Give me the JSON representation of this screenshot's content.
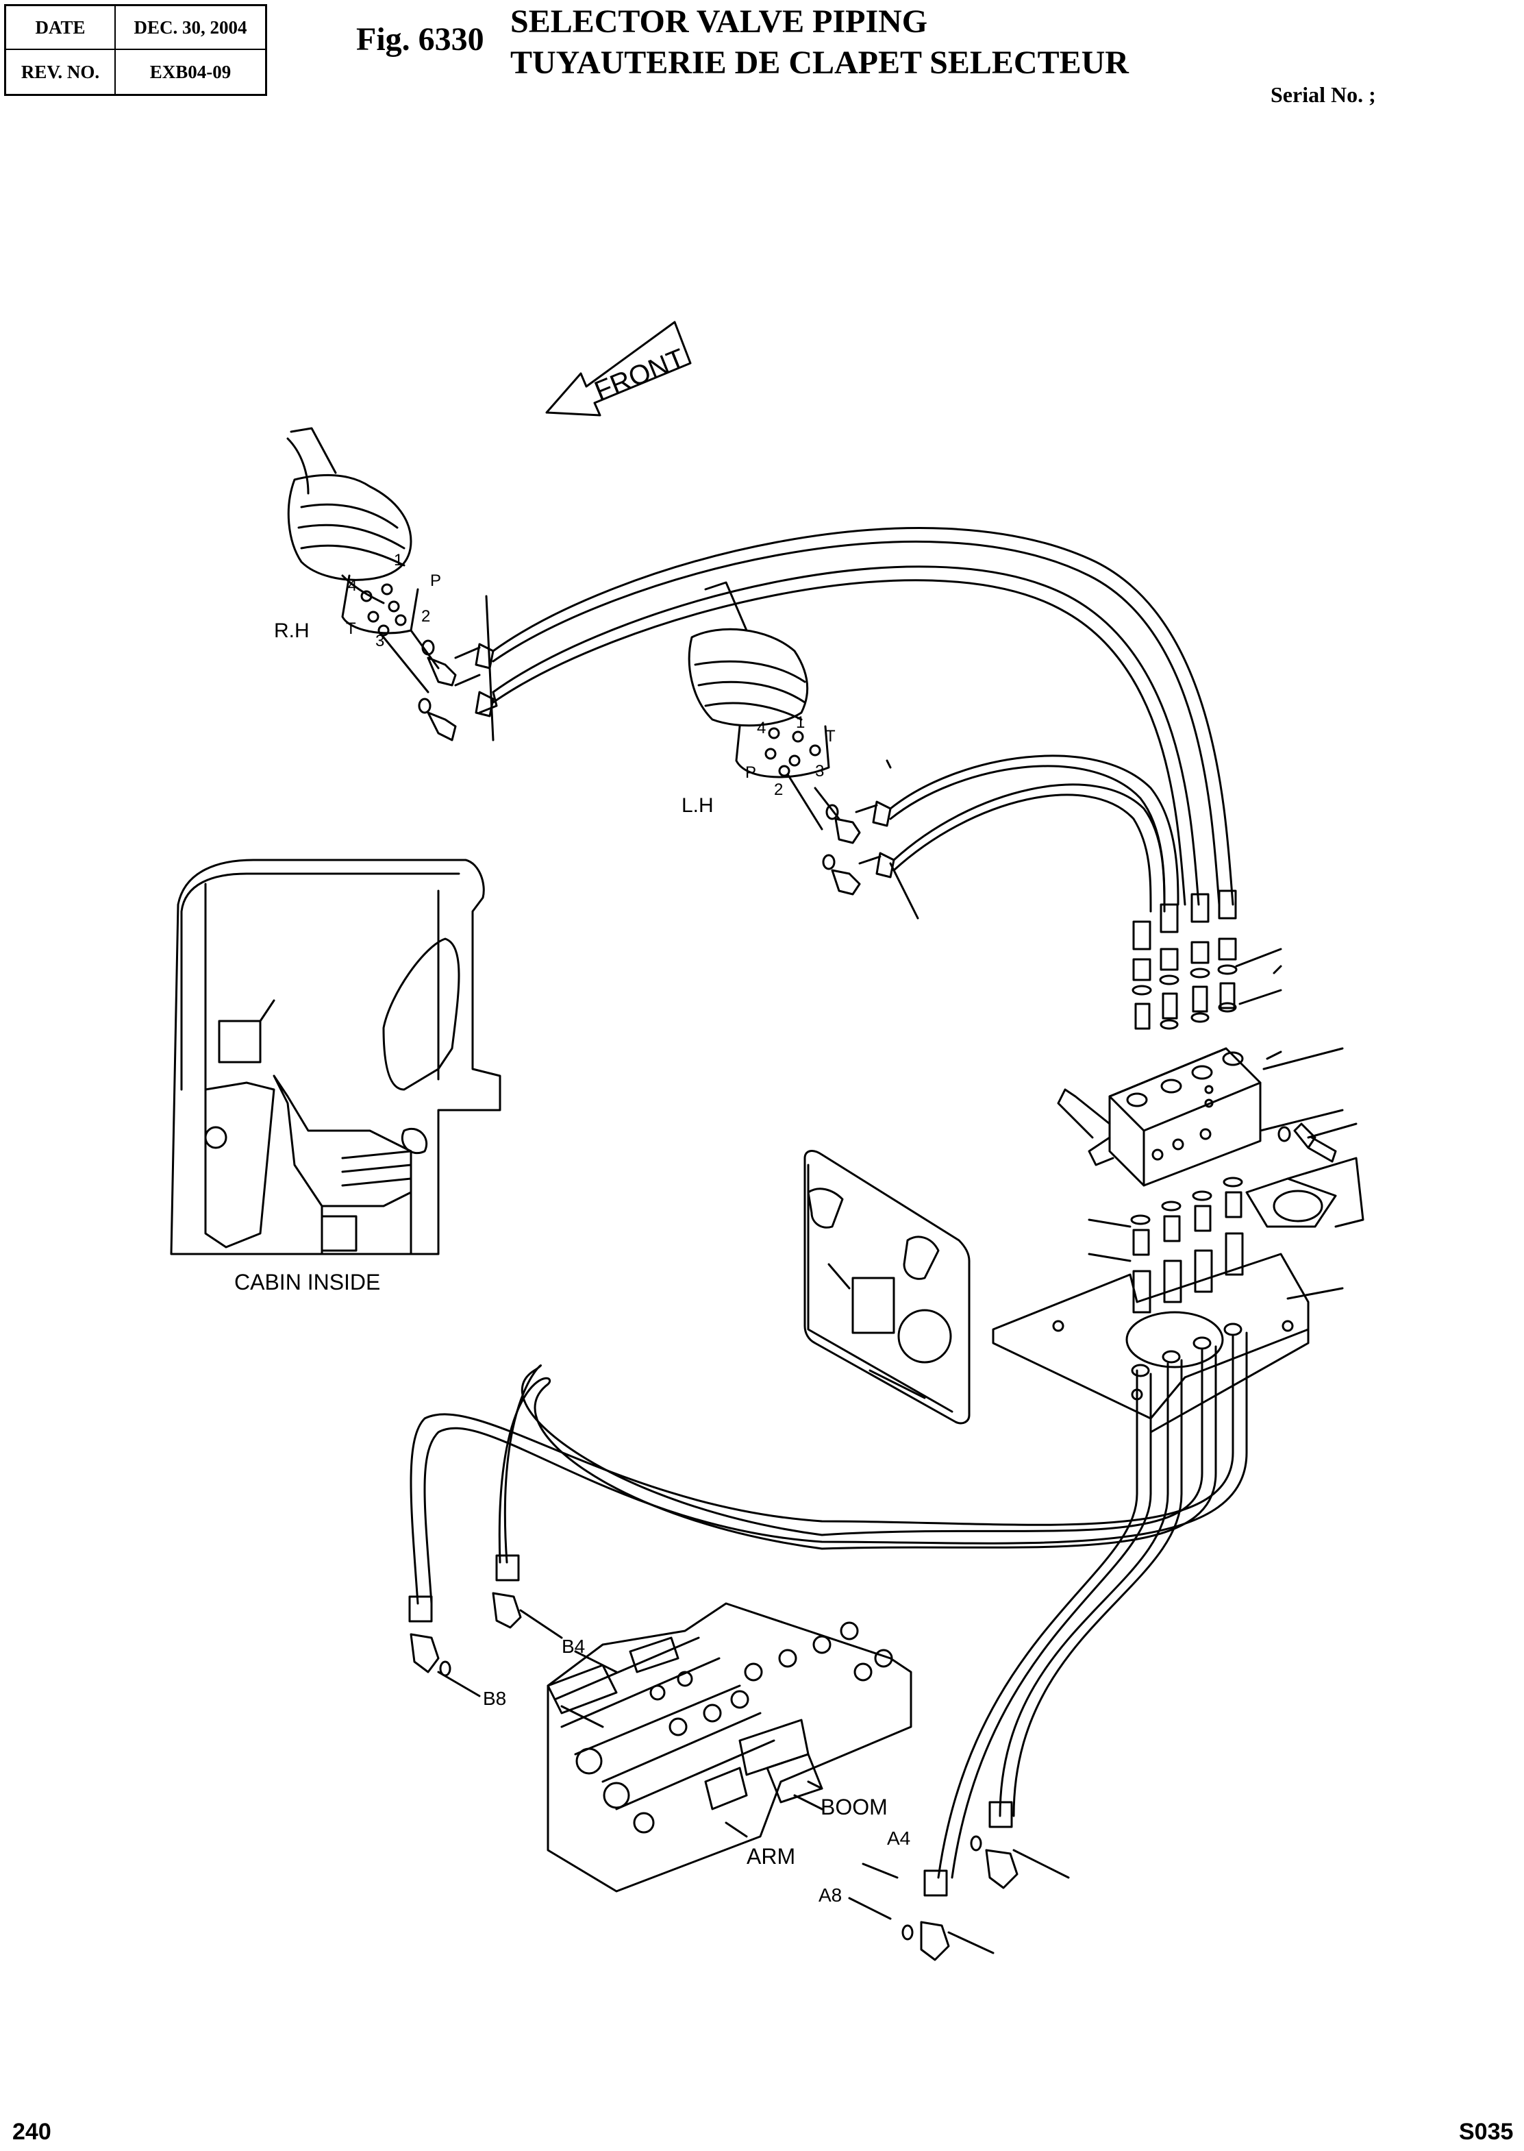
{
  "header": {
    "date_label": "DATE",
    "date_value": "DEC. 30, 2004",
    "rev_label": "REV. NO.",
    "rev_value": "EXB04-09"
  },
  "figure_number": "Fig. 6330",
  "title_en": "SELECTOR VALVE PIPING",
  "title_fr": "TUYAUTERIE DE CLAPET SELECTEUR",
  "serial": "Serial No. ;",
  "labels": {
    "front": "FRONT",
    "rh": "R.H",
    "lh": "L.H",
    "cabin_inside": "CABIN INSIDE",
    "b4": "B4",
    "b8": "B8",
    "boom": "BOOM",
    "a4": "A4",
    "arm": "ARM",
    "a8": "A8"
  },
  "port_labels": {
    "rh": [
      "1",
      "P",
      "4",
      "2",
      "T",
      "3"
    ],
    "lh": [
      "4",
      "1",
      "T",
      "P",
      "2",
      "3"
    ]
  },
  "footer": {
    "page_number": "240",
    "code": "S035"
  }
}
